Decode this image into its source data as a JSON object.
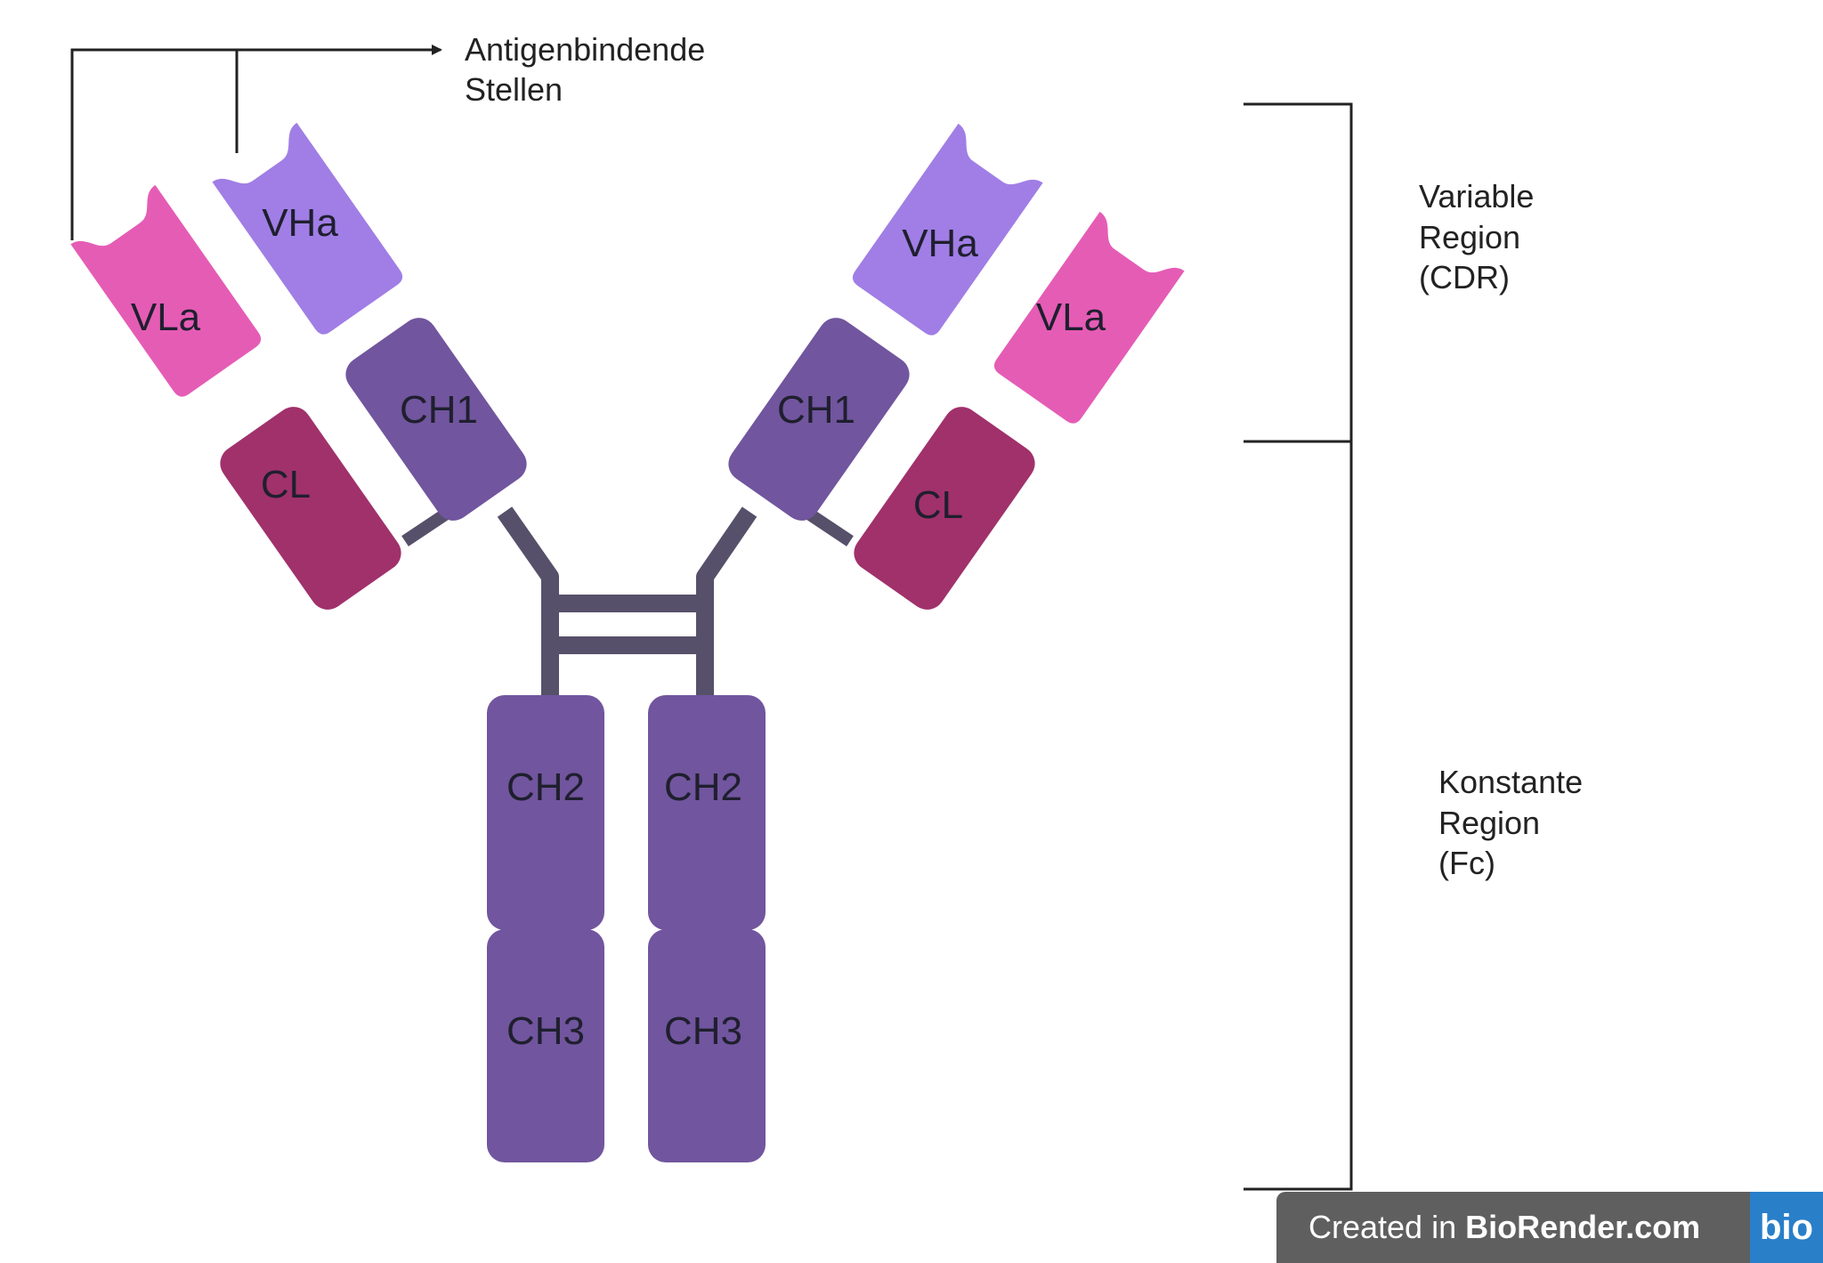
{
  "annotations": {
    "antigen_binding": [
      "Antigenbindende",
      "Stellen"
    ],
    "variable_region": [
      "Variable",
      "Region",
      "(CDR)"
    ],
    "constant_region": [
      "Konstante",
      "Region",
      "(Fc)"
    ]
  },
  "domains": {
    "left_vl": "VLa",
    "left_vh": "VHa",
    "left_ch1": "CH1",
    "left_cl": "CL",
    "right_vh": "VHa",
    "right_vl": "VLa",
    "right_ch1": "CH1",
    "right_cl": "CL",
    "left_ch2": "CH2",
    "right_ch2": "CH2",
    "left_ch3": "CH3",
    "right_ch3": "CH3"
  },
  "colors": {
    "light_variable": "#e55cb5",
    "heavy_variable": "#a07ee6",
    "heavy_constant": "#71559e",
    "light_constant": "#a0316b",
    "hinge": "#56506a"
  },
  "watermark": {
    "prefix": "Created in ",
    "brand": "BioRender.com",
    "logo": "bio"
  }
}
